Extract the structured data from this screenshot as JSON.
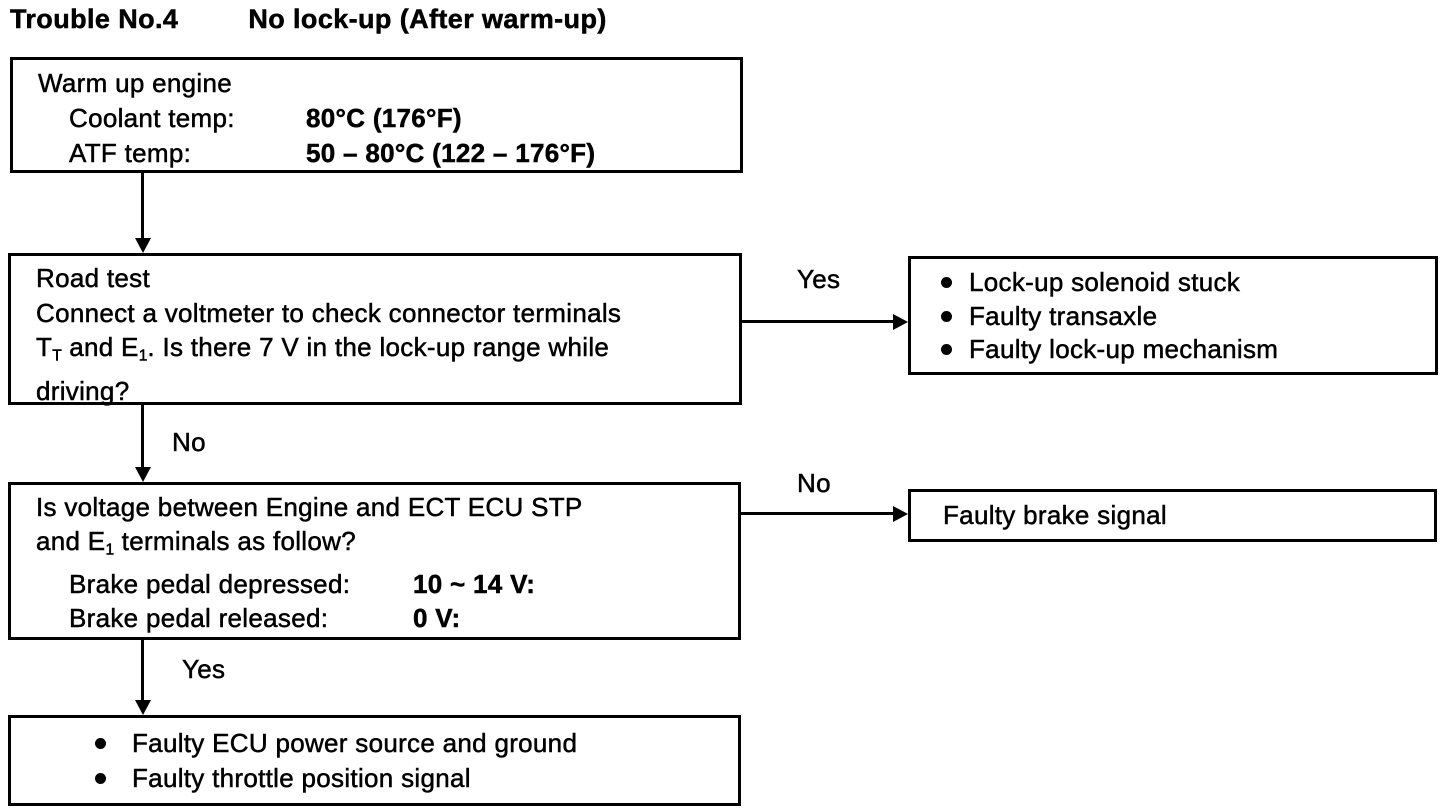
{
  "title": {
    "trouble_no": "Trouble No.4",
    "name": "No lock-up (After warm-up)"
  },
  "colors": {
    "ink": "#000000",
    "paper": "#ffffff"
  },
  "flow": {
    "warm_up_box": {
      "title": "Warm up engine",
      "rows": [
        {
          "label": "Coolant temp:",
          "value": "80°C (176°F)"
        },
        {
          "label": "ATF temp:",
          "value": "50 – 80°C (122 – 176°F)"
        }
      ]
    },
    "road_test_box": {
      "line1": "Road test",
      "line2": "Connect a voltmeter to check connector terminals",
      "line3": {
        "t": "T",
        "t_sub": "T",
        "mid": " and E",
        "e_sub": "1",
        "rest": ". Is there 7 V in the lock-up range while"
      },
      "line4": "driving?"
    },
    "lockup_causes_box": {
      "items": [
        "Lock-up solenoid stuck",
        "Faulty transaxle",
        "Faulty lock-up mechanism"
      ]
    },
    "voltage_box": {
      "line1": "Is voltage between Engine and ECT ECU STP",
      "line2": {
        "pre": "and E",
        "e_sub": "1",
        "rest": " terminals as follow?"
      },
      "rows": [
        {
          "label": "Brake pedal depressed:",
          "value": "10 ~ 14 V:"
        },
        {
          "label": "Brake pedal released:",
          "value": "0 V:"
        }
      ]
    },
    "brake_signal_box": {
      "text": "Faulty brake signal"
    },
    "ecu_causes_box": {
      "items": [
        "Faulty ECU power source and ground",
        "Faulty throttle position signal"
      ]
    },
    "labels": {
      "yes1": "Yes",
      "no1": "No",
      "no2": "No",
      "yes2": "Yes"
    }
  }
}
